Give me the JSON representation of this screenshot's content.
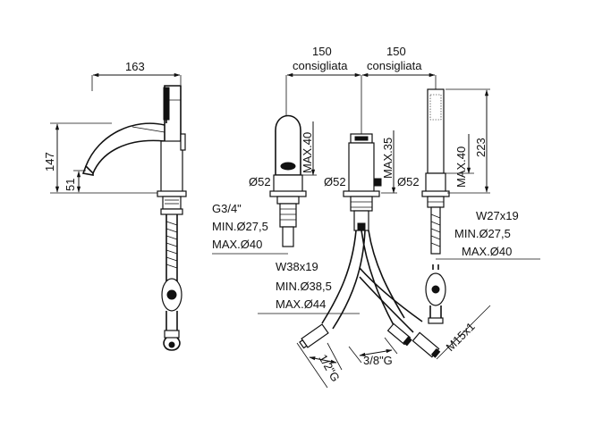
{
  "labels": {
    "w163": "163",
    "h147": "147",
    "h51": "51",
    "c150a": "150",
    "c150b": "150",
    "consA": "consigliata",
    "consB": "consigliata",
    "max40a": "MAX.40",
    "max35": "MAX.35",
    "max40b": "MAX.40",
    "h223": "223",
    "d52a": "Ø52",
    "d52b": "Ø52",
    "d52c": "Ø52",
    "g34": "G3/4\"",
    "min275a": "MIN.Ø27,5",
    "max40c": "MAX.Ø40",
    "w27": "W27x19",
    "min275b": "MIN.Ø27,5",
    "max40d": "MAX.Ø40",
    "w38": "W38x19",
    "min385": "MIN.Ø38,5",
    "max44": "MAX.Ø44",
    "g12": "1/2\"G",
    "g38": "3/8\"G",
    "m15": "M15x1"
  }
}
